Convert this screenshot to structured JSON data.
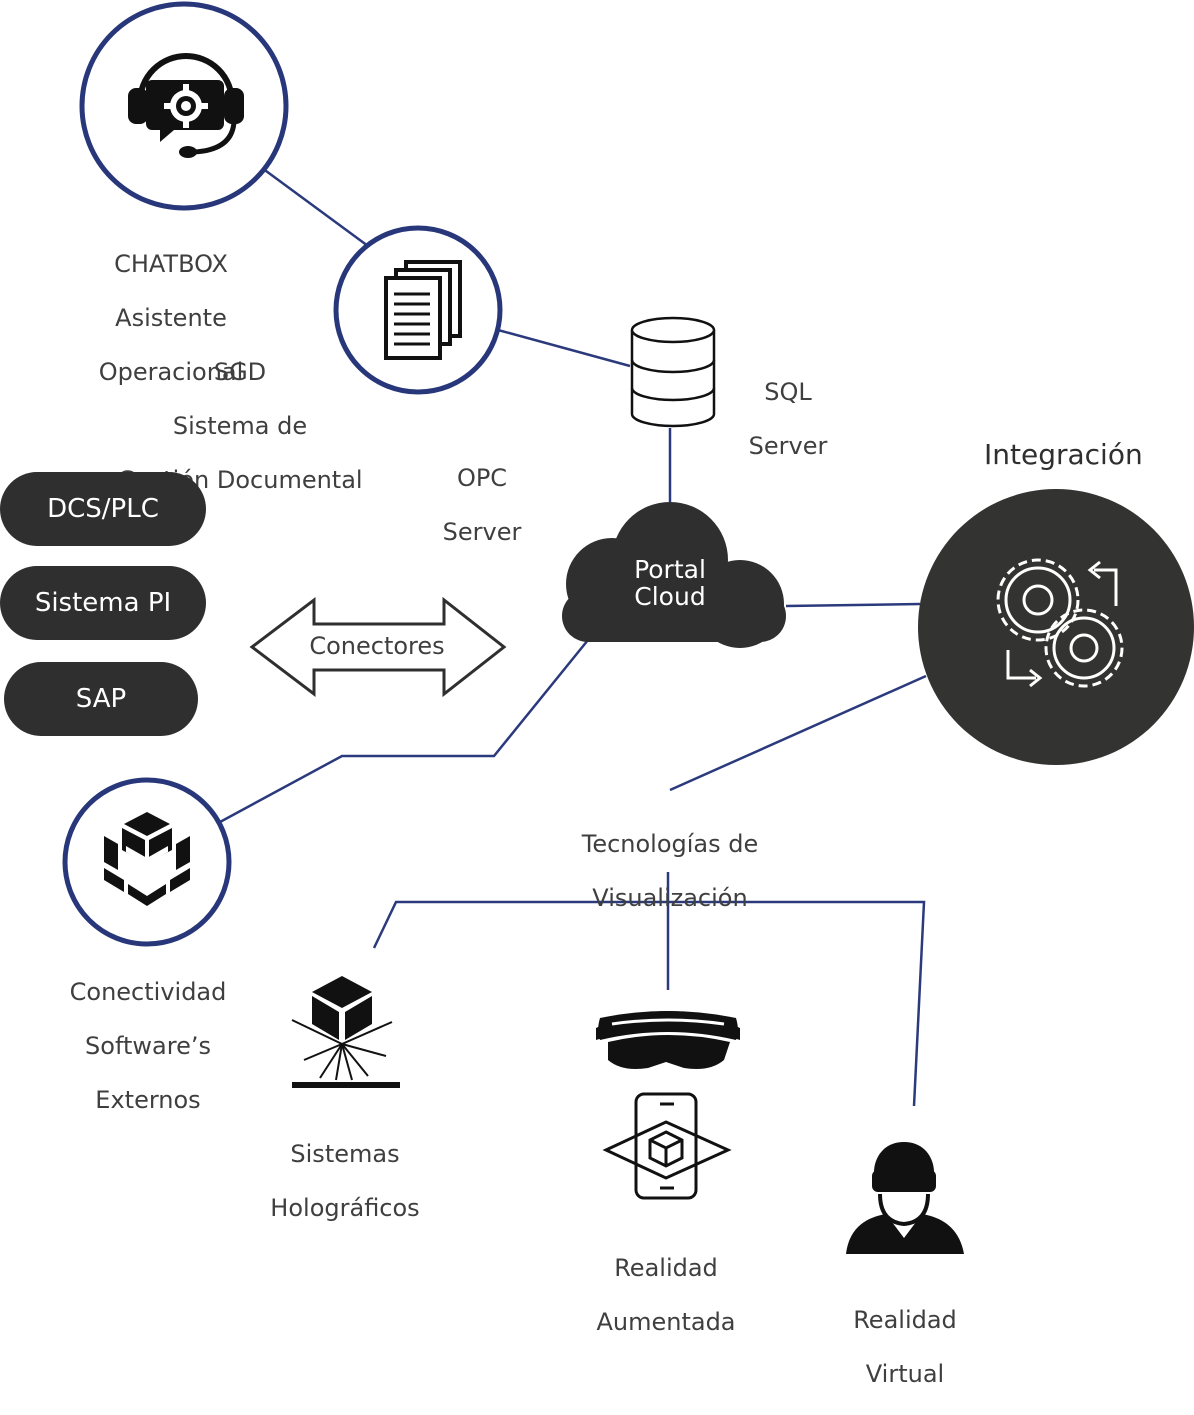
{
  "nodes": {
    "chatbox": {
      "lines": [
        "CHATBOX",
        "Asistente",
        "Operacional"
      ],
      "icon": "headset-gear-icon"
    },
    "sgd": {
      "lines": [
        "SGD",
        "Sistema de",
        "Gestión Documental"
      ],
      "icon": "documents-icon"
    },
    "sql": {
      "lines": [
        "SQL",
        "Server"
      ],
      "icon": "database-icon"
    },
    "opc": {
      "lines": [
        "OPC",
        "Server"
      ]
    },
    "cloud": {
      "lines": [
        "Portal",
        "Cloud"
      ],
      "icon": "cloud-icon"
    },
    "integration": {
      "title": "Integración",
      "icon": "gears-sync-icon"
    },
    "connectivity": {
      "lines": [
        "Conectividad",
        "Software’s",
        "Externos"
      ],
      "icon": "cubes-icon"
    },
    "visualization": {
      "lines": [
        "Tecnologías de",
        "Visualización"
      ]
    },
    "holographic": {
      "lines": [
        "Sistemas",
        "Holográficos"
      ],
      "icon": "hologram-cube-icon"
    },
    "ar": {
      "lines": [
        "Realidad",
        "Aumentada"
      ],
      "icon": "ar-headset-phone-icon"
    },
    "vr": {
      "lines": [
        "Realidad",
        "Virtual"
      ],
      "icon": "vr-user-icon"
    }
  },
  "systems": [
    "DCS/PLC",
    "Sistema PI",
    "SAP"
  ],
  "connectors_label": "Conectores",
  "colors": {
    "line": "#2b3a7d",
    "ring": "#27377a",
    "dark": "#2f2f2f",
    "icon": "#111111"
  }
}
